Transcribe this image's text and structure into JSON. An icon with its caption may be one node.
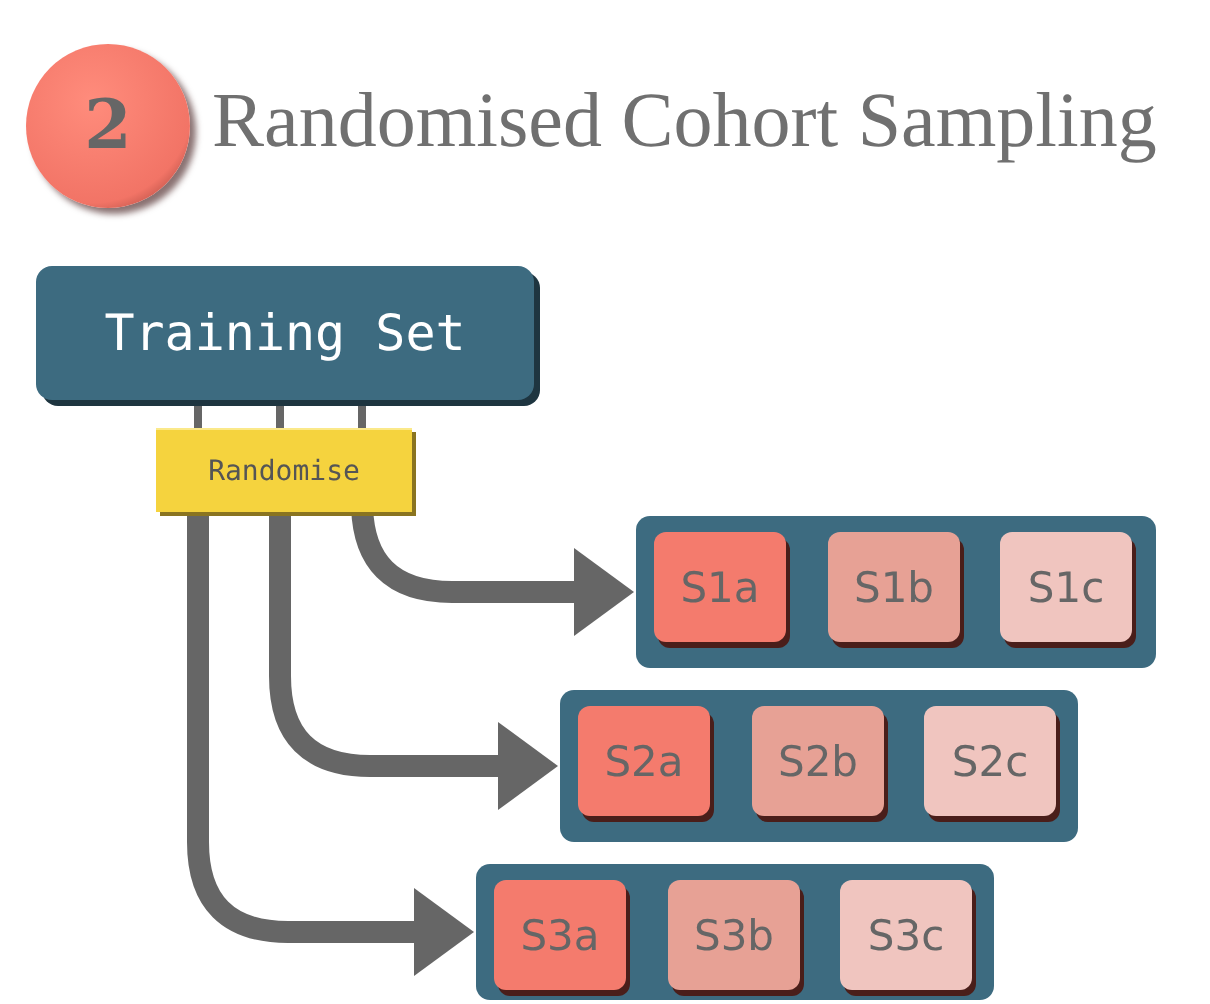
{
  "diagram": {
    "title": "Randomised Cohort Sampling",
    "nodes": [
      {
        "text": [
          "2"
        ]
      },
      {
        "text": [
          "Training Set"
        ]
      },
      {
        "text": [
          "Randomise"
        ]
      },
      {
        "text": [],
        "shape": "box"
      },
      {
        "text": [
          "S1a"
        ],
        "in": 3
      },
      {
        "text": [
          "S1b"
        ],
        "in": 3
      },
      {
        "text": [
          "S1c"
        ],
        "in": 3
      },
      {
        "text": [],
        "shape": "box"
      },
      {
        "text": [
          "S2a"
        ],
        "in": 7
      },
      {
        "text": [
          "S2b"
        ],
        "in": 7
      },
      {
        "text": [
          "S2c"
        ],
        "in": 7
      },
      {
        "text": [],
        "shape": "box"
      },
      {
        "text": [
          "S3a"
        ],
        "in": 11
      },
      {
        "text": [
          "S3b"
        ],
        "in": 11
      },
      {
        "text": [
          "S3c"
        ],
        "in": 11
      }
    ],
    "edges": [
      {
        "from": 1,
        "to": 2,
        "arrow": "none"
      },
      {
        "from": 1,
        "to": 2,
        "arrow": "none"
      },
      {
        "from": 1,
        "to": 2,
        "arrow": "none"
      },
      {
        "from": 2,
        "to": 3,
        "arrow": "to",
        "style": "thick"
      },
      {
        "from": 2,
        "to": 7,
        "arrow": "to",
        "style": "thick"
      },
      {
        "from": 2,
        "to": 11,
        "arrow": "to",
        "style": "thick"
      }
    ]
  }
}
